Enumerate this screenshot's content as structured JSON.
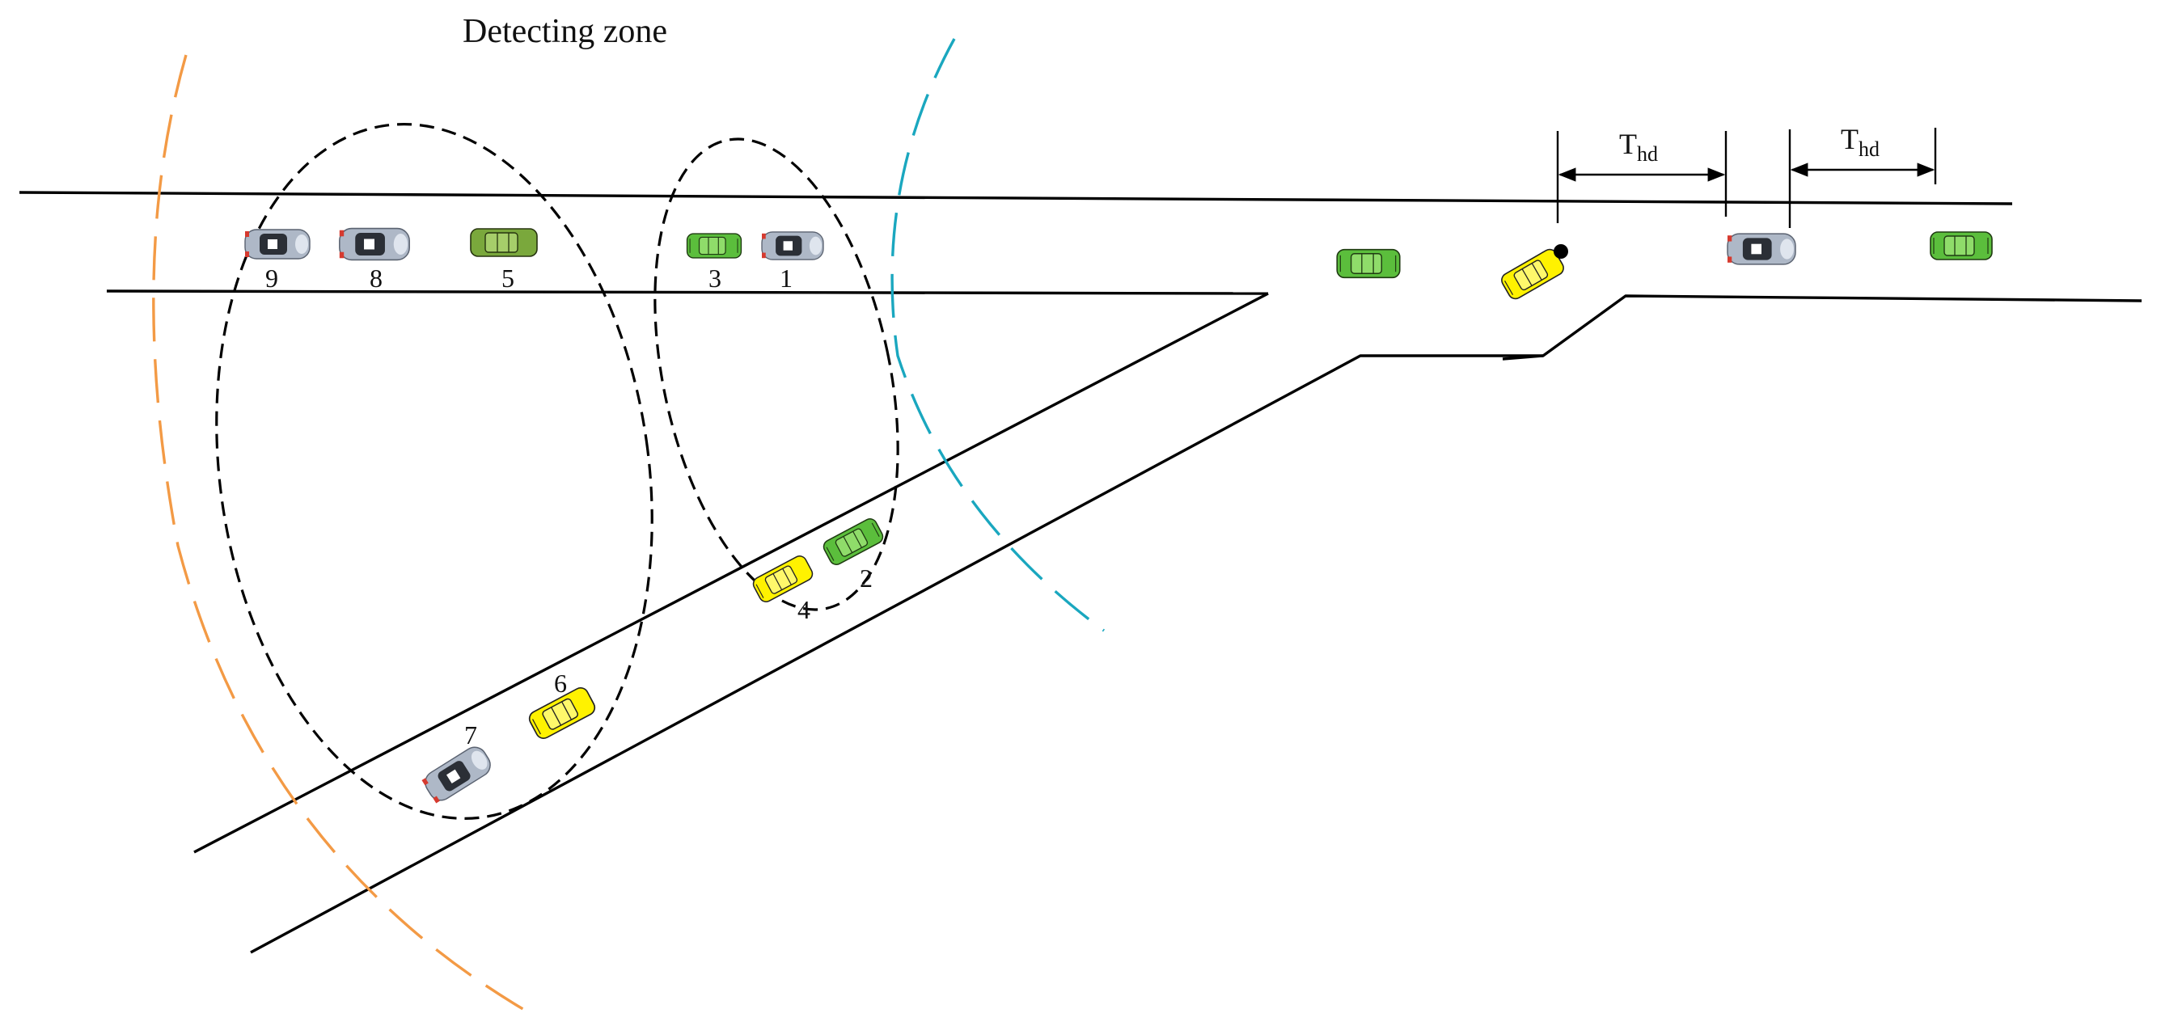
{
  "title": "Detecting zone",
  "headway": {
    "symbol": "T",
    "subscript": "hd"
  },
  "vehicle_labels": [
    "1",
    "2",
    "3",
    "4",
    "5",
    "6",
    "7",
    "8",
    "9"
  ],
  "colors": {
    "road": "#000000",
    "zone_outline": "#000000",
    "orange_arc": "#F39A45",
    "cyan_arc": "#1AA7BF",
    "green_car": "#5BBE3C",
    "olive_car": "#7AA83C",
    "yellow_car": "#FFF200",
    "gray_car": "#AEB8C7",
    "merge_point": "#000000"
  },
  "icons": [
    "car-icon",
    "merge-point-icon",
    "dimension-arrow-icon"
  ]
}
